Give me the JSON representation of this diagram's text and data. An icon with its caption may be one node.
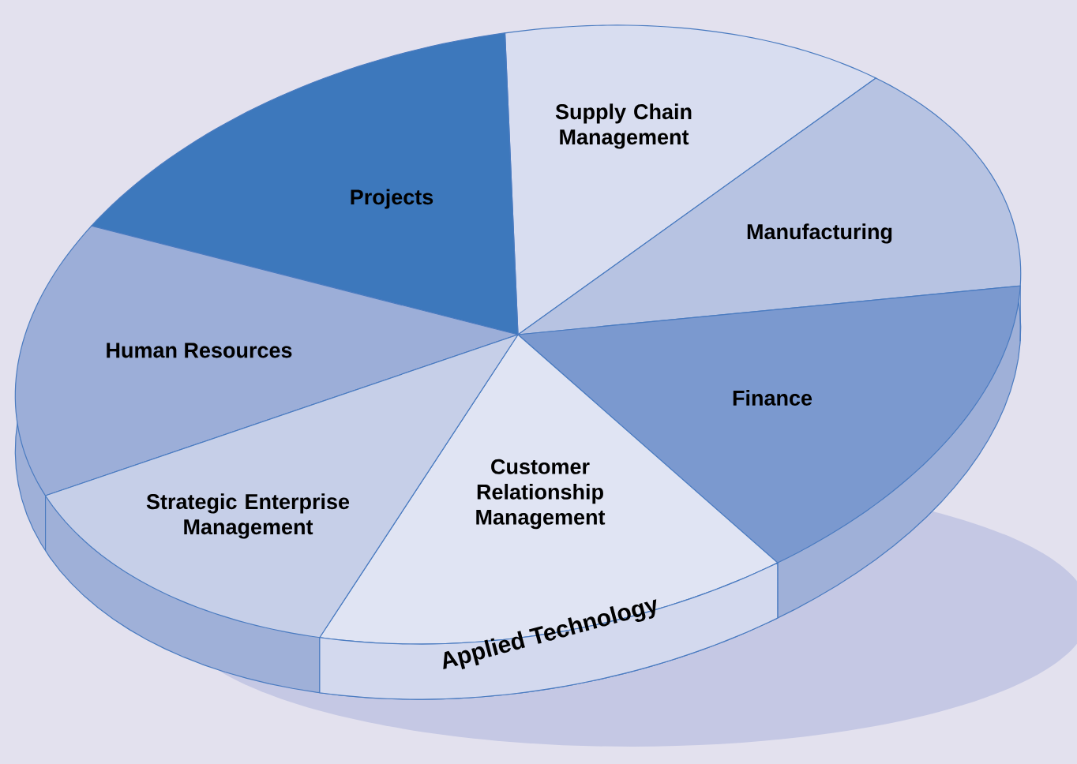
{
  "diagram": {
    "nodes": [
      {
        "text": [
          "Supply Chain Management"
        ]
      },
      {
        "text": [
          "Projects"
        ]
      },
      {
        "text": [
          "Manufacturing"
        ]
      },
      {
        "text": [
          "Human Resources"
        ]
      },
      {
        "text": [
          "Finance"
        ]
      },
      {
        "text": [
          "Customer Relationship Management"
        ]
      },
      {
        "text": [
          "Strategic Enterprise Management"
        ]
      },
      {
        "text": [
          "Applied Technology"
        ]
      }
    ]
  }
}
